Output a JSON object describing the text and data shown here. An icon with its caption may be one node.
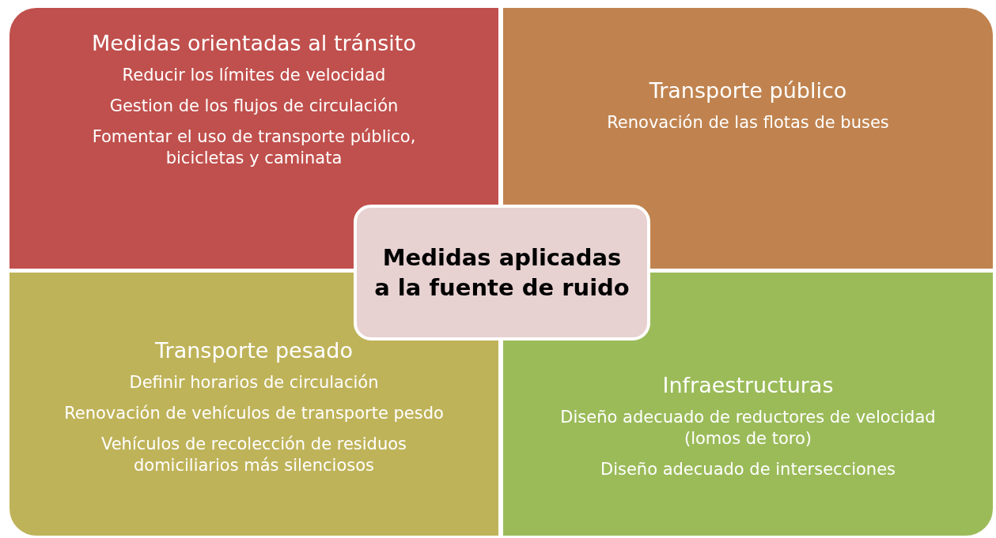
{
  "diagram": {
    "nodes": [
      {
        "text": [
          "Medidas orientadas al tránsito",
          "Reducir los límites de velocidad",
          "Gestion de los flujos de circulación",
          "Fomentar el uso de transporte público, bicicletas y caminata"
        ]
      },
      {
        "text": [
          "Transporte público",
          "Renovación de las flotas de buses"
        ]
      },
      {
        "text": [
          "Transporte pesado",
          "Definir horarios de circulación",
          "Renovación de vehículos de transporte pesdo",
          "Vehículos de recolección de residuos domiciliarios más silenciosos"
        ]
      },
      {
        "text": [
          "Infraestructuras",
          "Diseño adecuado de reductores de velocidad (lomos de toro)",
          "Diseño adecuado de intersecciones"
        ]
      },
      {
        "text": [
          "Medidas aplicadas a la fuente de ruido"
        ]
      }
    ]
  }
}
